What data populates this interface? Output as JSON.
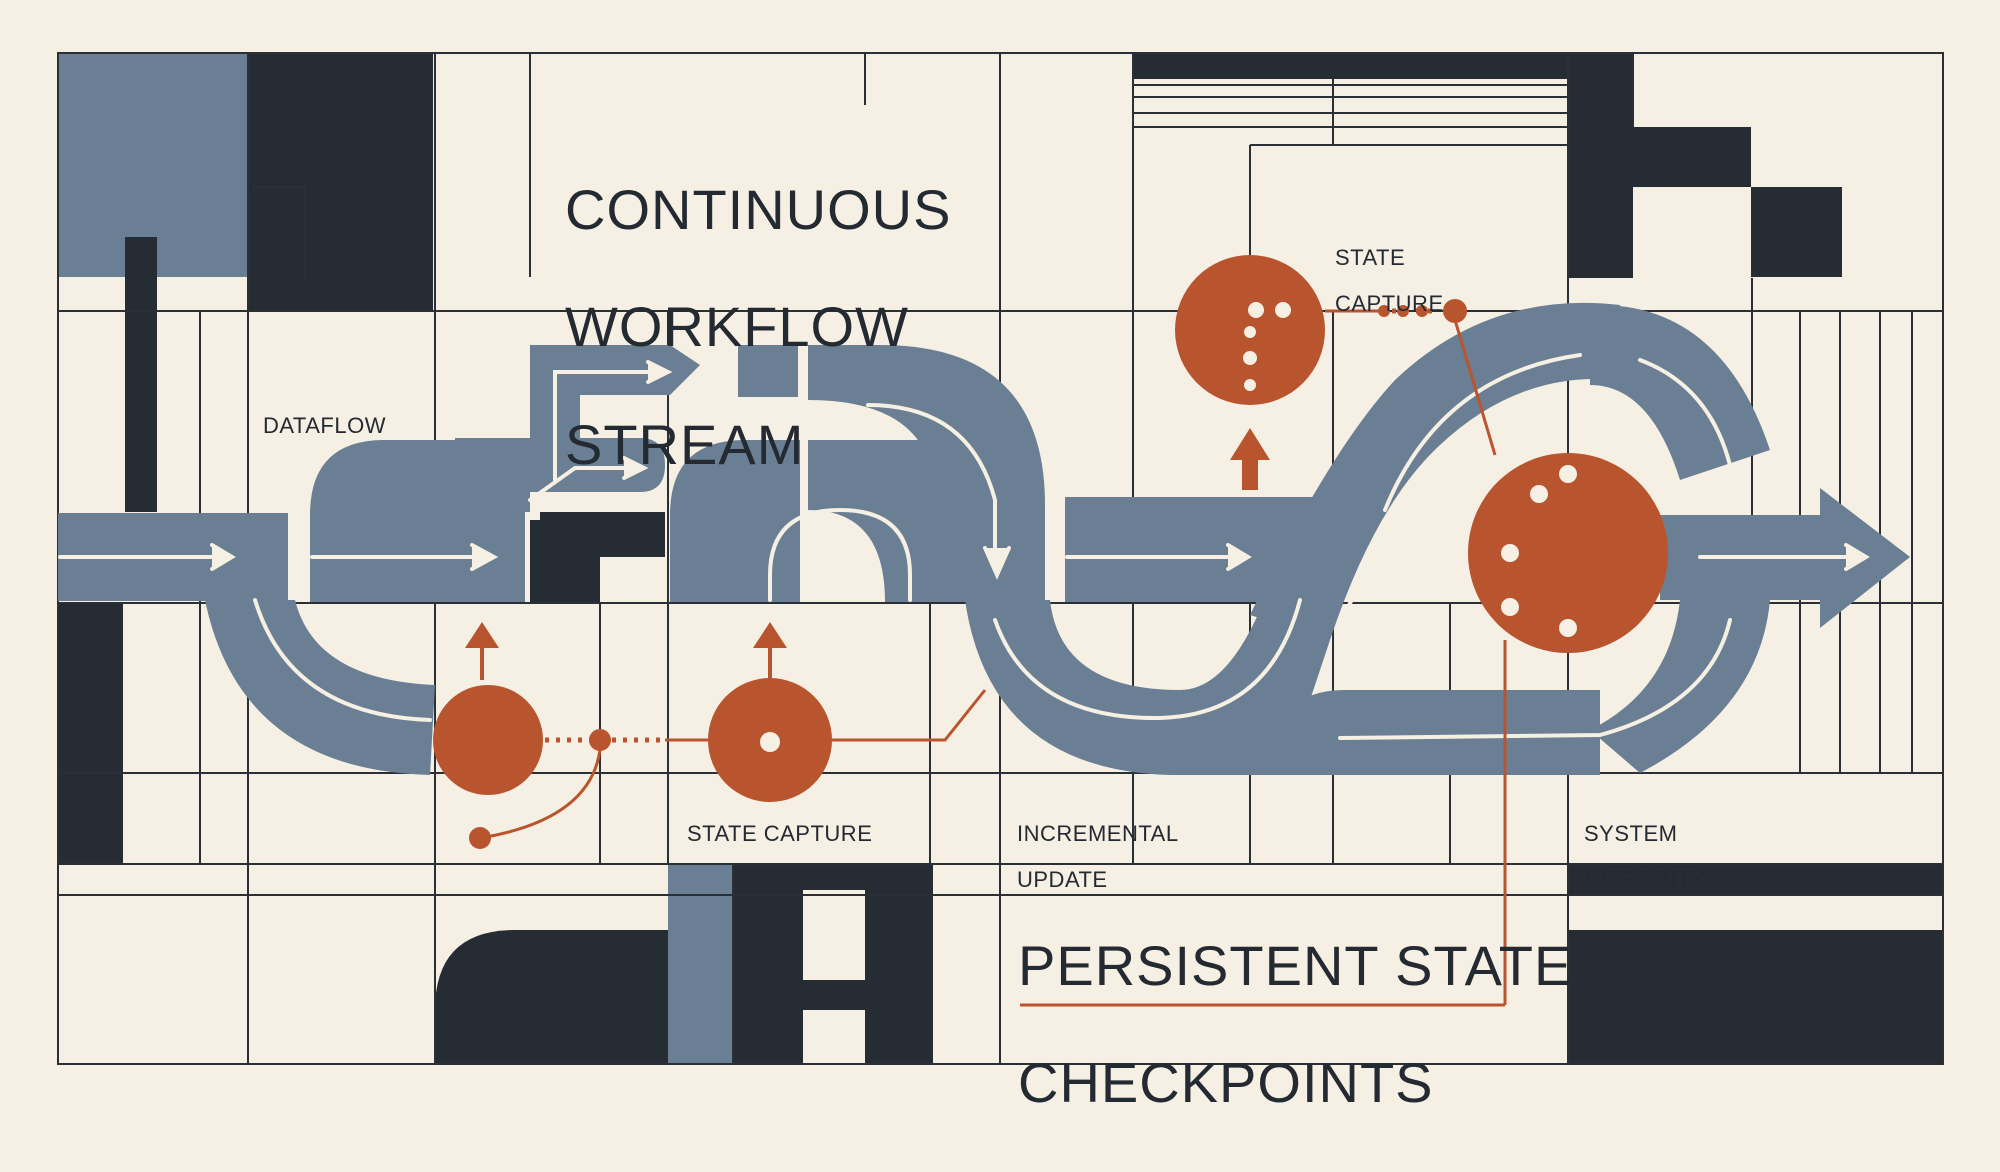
{
  "title": [
    "CONTINUOUS",
    "WORKFLOW",
    "STREAM"
  ],
  "subtitle": [
    "PERSISTENT STATE",
    "CHECKPOINTS"
  ],
  "labels": {
    "dataflow": "DATAFLOW",
    "state_capture_top": [
      "STATE",
      "CAPTURE"
    ],
    "state_capture_bottom": "STATE CAPTURE",
    "incremental_update": [
      "INCREMENTAL",
      "UPDATE"
    ],
    "system_integrity": [
      "SYSTEM",
      "INTEGRITY"
    ]
  },
  "colors": {
    "background": "#f6efe3",
    "dark": "#262c33",
    "slate": "#6a7f93",
    "accent": "#b8552f",
    "line": "#2b3036"
  }
}
